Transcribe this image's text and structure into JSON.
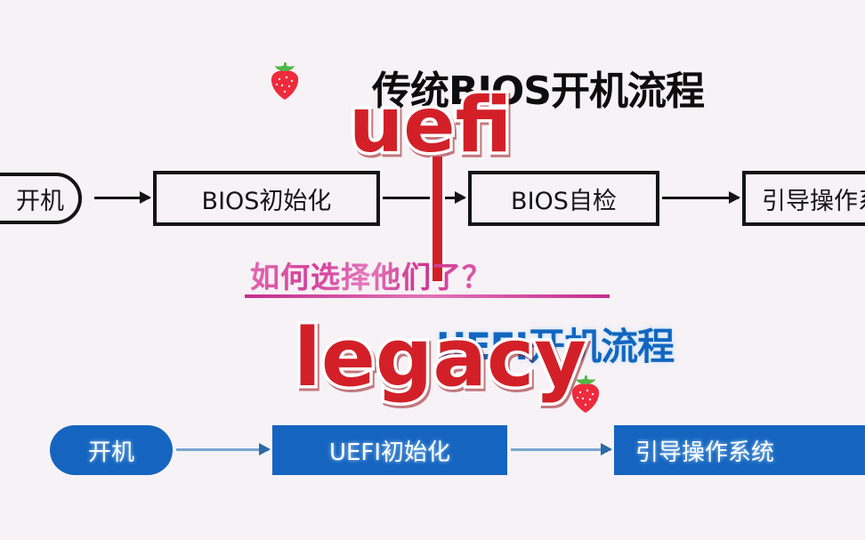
{
  "background_color": "#f7f2f6",
  "titles": {
    "legacy_flow": "传统BIOS开机流程",
    "uefi_flow": "UEFI开机流程"
  },
  "annotations": {
    "red_top": "uefi",
    "red_bottom": "legacy",
    "question": "如何选择他们了？"
  },
  "colors": {
    "red_marker": "#d32028",
    "blue_node": "#1565c0",
    "blue_title": "#1266c0",
    "pink_text": "#c92f8d",
    "black_node": "#141414"
  },
  "legacy_flow": {
    "nodes": [
      {
        "label": "开机",
        "shape": "pill"
      },
      {
        "label": "BIOS初始化",
        "shape": "rect"
      },
      {
        "label": "BIOS自检",
        "shape": "rect"
      },
      {
        "label": "引导操作系统",
        "shape": "rect"
      }
    ]
  },
  "uefi_flow": {
    "nodes": [
      {
        "label": "开机",
        "shape": "pill"
      },
      {
        "label": "UEFI初始化",
        "shape": "rect"
      },
      {
        "label": "引导操作系统",
        "shape": "rect"
      }
    ]
  },
  "decorations": {
    "strawberry": "🍓"
  }
}
